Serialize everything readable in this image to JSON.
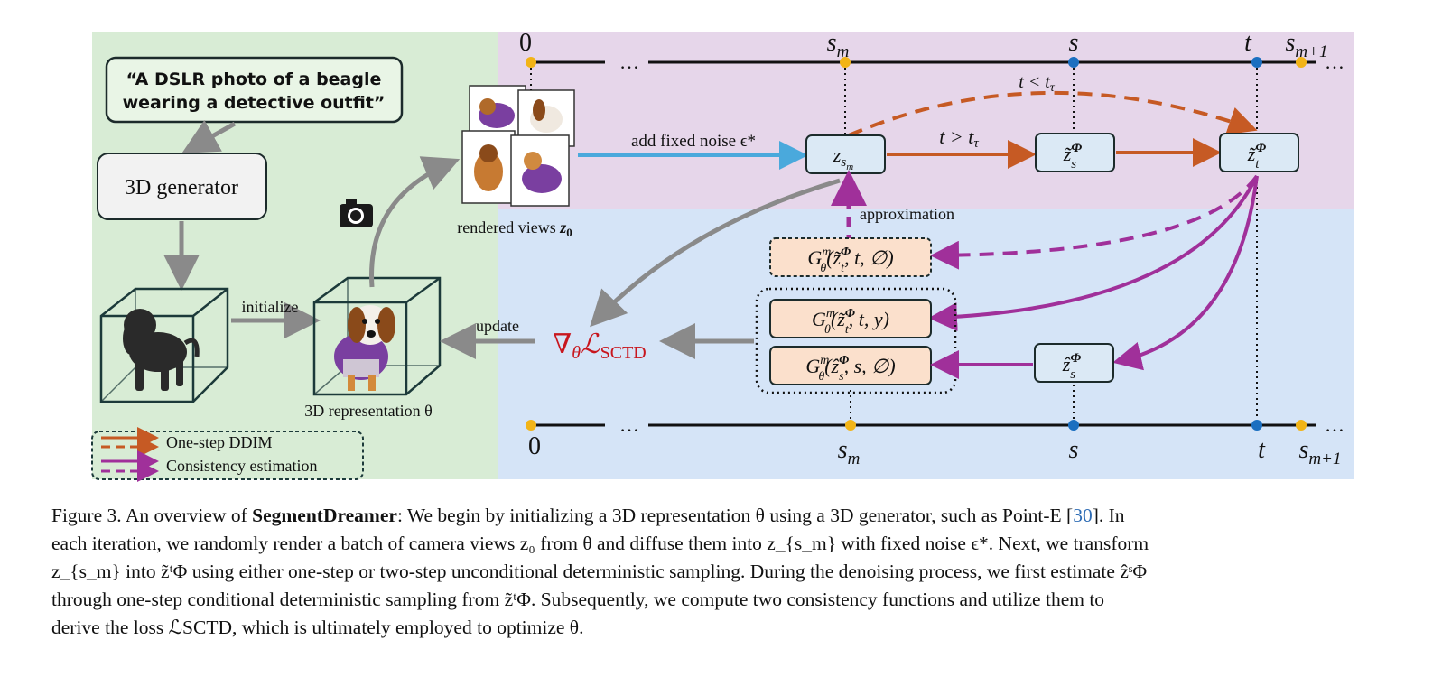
{
  "prompt": {
    "line1": "“A DSLR photo of a beagle",
    "line2": "wearing a detective outfit”"
  },
  "generator_label": "3D generator",
  "initialize_label": "initialize",
  "representation_label": "3D representation θ",
  "update_label": "update",
  "rendered_label_text": "rendered views ",
  "rendered_label_var": "z",
  "rendered_label_sub": "0",
  "add_noise_label": "add fixed noise ϵ*",
  "approximation_label": "approximation",
  "condition_gt": "t > t",
  "condition_lt": "t < t",
  "condition_sub": "τ",
  "loss": {
    "nabla": "∇",
    "theta": "θ",
    "L": "ℒ",
    "sub": "SCTD"
  },
  "timeline": {
    "labels": [
      "0",
      "…",
      "s",
      "m",
      "s",
      "t",
      "s",
      "m+1",
      "…"
    ]
  },
  "nodes": {
    "z_sm": {
      "base": "z",
      "sub": "s",
      "subsub": "m"
    },
    "z_s_tilde": {
      "base": "z̃",
      "sup": "Φ",
      "sub": "s"
    },
    "z_t_tilde": {
      "base": "z̃",
      "sup": "Φ",
      "sub": "t"
    },
    "z_s_hat": {
      "base": "ẑ",
      "sup": "Φ",
      "sub": "s"
    }
  },
  "g_boxes": [
    {
      "id": "g1",
      "lead": "G",
      "sup": "m",
      "sub": "θ",
      "arg_base": "(z̃",
      "arg_sup": "Φ",
      "arg_sub": "t",
      "rest": ", t, ∅)"
    },
    {
      "id": "g2",
      "lead": "G",
      "sup": "m",
      "sub": "θ",
      "arg_base": "(z̃",
      "arg_sup": "Φ",
      "arg_sub": "t",
      "rest": ", t, y)"
    },
    {
      "id": "g3",
      "lead": "G",
      "sup": "m",
      "sub": "θ",
      "arg_base": "(ẑ",
      "arg_sup": "Φ",
      "arg_sub": "s",
      "rest": ", s, ∅)"
    }
  ],
  "legend": {
    "ddim": "One-step DDIM",
    "consistency": "Consistency estimation"
  },
  "colors": {
    "green_panel": "#d8ecd5",
    "purple_panel": "#e6d6ea",
    "blue_panel": "#d5e4f7",
    "orange_arrow": "#c65a24",
    "magenta_arrow": "#a0309a",
    "blue_arrow": "#4aa9dc",
    "gray_arrow": "#8a8a8a",
    "node_fill": "#dbe9f5",
    "gbox_fill": "#fbe0cc",
    "loss_red": "#c8161e",
    "dot_yellow": "#f2b417",
    "dot_blue": "#1b6fc0"
  },
  "caption": {
    "fig": "Figure 3. An overview of ",
    "name": "SegmentDreamer",
    "line1_rest": ": We begin by initializing a 3D representation θ using a 3D generator, such as Point-E [",
    "cite": "30",
    "line1_end": "]. In",
    "line2": "each iteration, we randomly render a batch of camera views z₀ from θ and diffuse them into z_{s_m} with fixed noise ϵ*. Next, we transform",
    "line3": "z_{s_m} into z̃ᵗΦ using either one-step or two-step unconditional deterministic sampling. During the denoising process, we first estimate ẑˢΦ",
    "line4": "through one-step conditional deterministic sampling from z̃ᵗΦ. Subsequently, we compute two consistency functions and utilize them to",
    "line5": "derive the loss ℒSCTD, which is ultimately employed to optimize θ."
  }
}
